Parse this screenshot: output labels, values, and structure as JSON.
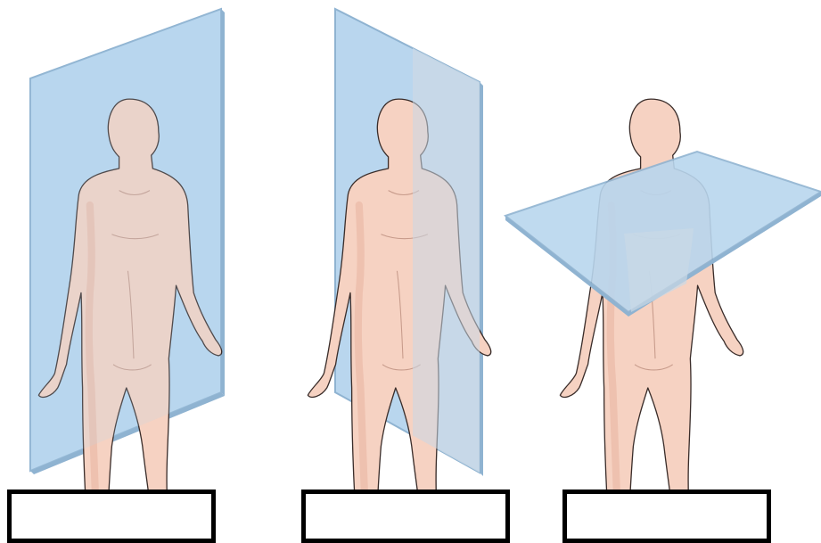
{
  "colors": {
    "plane_fill": "#b9d6ee",
    "plane_edge": "#8fb3d1",
    "skin": "#f6d2c2",
    "skin_shadow": "#e7b3a0",
    "outline": "#3a2d2a",
    "ghost": "#c9d8e6",
    "box_border": "#000000"
  },
  "figures": [
    {
      "plane": "frontal-plane"
    },
    {
      "plane": "sagittal-plane"
    },
    {
      "plane": "transverse-plane"
    }
  ],
  "answer_boxes": [
    {
      "text": ""
    },
    {
      "text": ""
    },
    {
      "text": ""
    }
  ]
}
